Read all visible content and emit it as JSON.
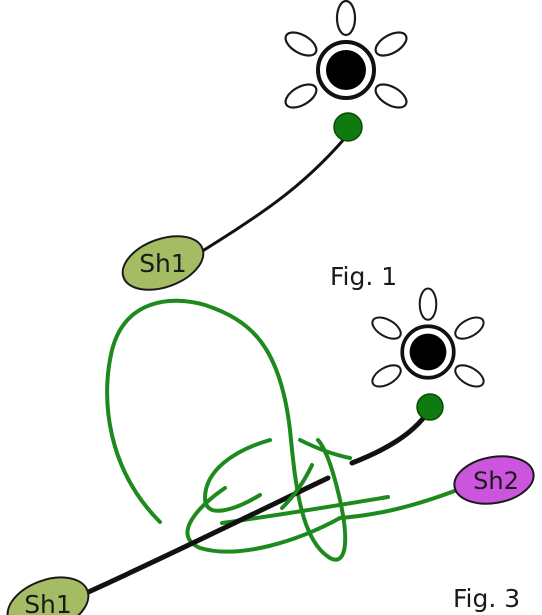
{
  "figures": [
    {
      "caption": "Fig. 1",
      "shell_label": "Sh1"
    },
    {
      "caption": "Fig. 3",
      "shell_labels": [
        "Sh1",
        "Sh2"
      ]
    }
  ],
  "colors": {
    "line_black": "#111111",
    "rope_green": "#1e8a1e",
    "bead_green": "#0f7a0f",
    "shell_olive": "#a4bd64",
    "shell_purple": "#cc55dd",
    "flower_center": "#000000",
    "outline": "#1a1a1a"
  },
  "icons": [
    "flower-icon",
    "bead-icon",
    "shell-icon"
  ]
}
